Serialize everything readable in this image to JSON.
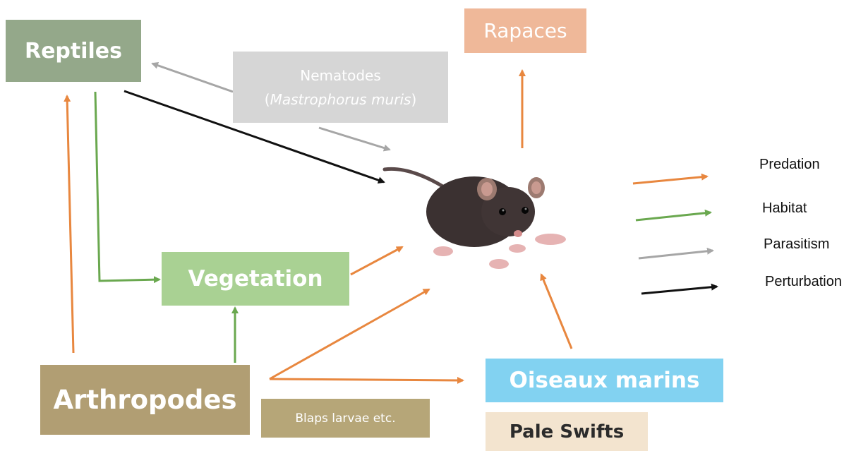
{
  "nodes": {
    "reptiles": "Reptiles",
    "rapaces": "Rapaces",
    "nematodes_line1": "Nematodes",
    "nematodes_open": "(",
    "nematodes_species": "Mastrophorus muris",
    "nematodes_close": ")",
    "vegetation": "Vegetation",
    "arthropodes": "Arthropodes",
    "blaps": "Blaps larvae etc.",
    "oiseaux_marins": "Oiseaux marins",
    "pale_swifts": "Pale Swifts"
  },
  "legend": {
    "predation": "Predation",
    "habitat": "Habitat",
    "parasitism": "Parasitism",
    "perturbation": "Perturbation"
  },
  "colors": {
    "predation": "#e8873f",
    "habitat": "#6aa84f",
    "parasitism": "#a6a6a6",
    "perturbation": "#111111"
  },
  "center_image": "rat"
}
